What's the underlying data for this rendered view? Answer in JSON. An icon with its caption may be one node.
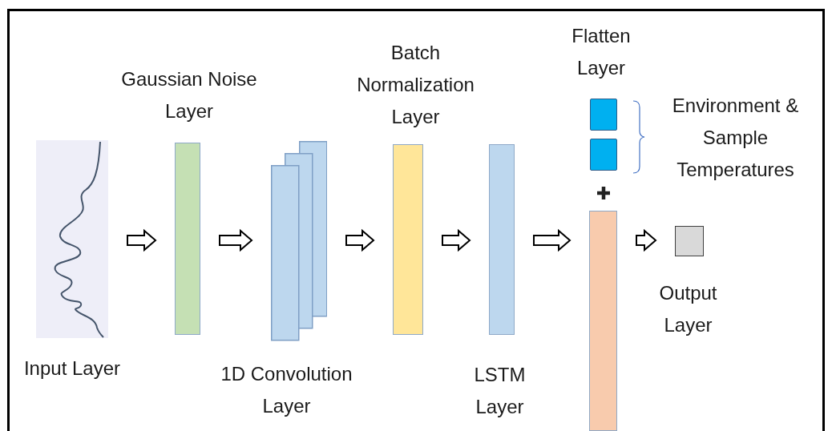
{
  "diagram": {
    "nodes": [
      {
        "text": [
          "Input Layer"
        ]
      },
      {
        "text": [
          "Gaussian Noise Layer"
        ]
      },
      {
        "text": [
          "1D Convolution Layer"
        ]
      },
      {
        "text": [
          "Batch Normalization Layer"
        ]
      },
      {
        "text": [
          "LSTM Layer"
        ]
      },
      {
        "text": [],
        "shape": "bar"
      },
      {
        "text": [],
        "shape": "box"
      },
      {
        "text": [],
        "shape": "box"
      },
      {
        "text": [
          "Output Layer"
        ]
      }
    ],
    "edges": [
      {
        "from": 0,
        "to": 1,
        "arrow": "to"
      },
      {
        "from": 1,
        "to": 2,
        "arrow": "to"
      },
      {
        "from": 2,
        "to": 3,
        "arrow": "to"
      },
      {
        "from": 3,
        "to": 4,
        "arrow": "to"
      },
      {
        "from": 4,
        "to": 5,
        "arrow": "to"
      },
      {
        "from": 5,
        "to": 8,
        "arrow": "to"
      }
    ],
    "labels": [
      "Flatten Layer",
      "Environment & Sample Temperatures"
    ]
  }
}
